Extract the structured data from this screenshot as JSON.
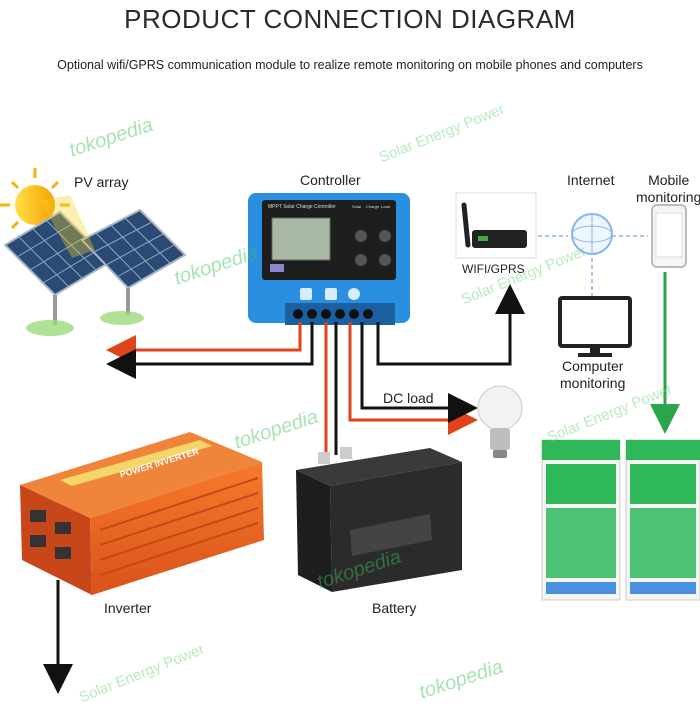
{
  "title": "PRODUCT CONNECTION DIAGRAM",
  "subtitle": "Optional wifi/GPRS communication module to realize remote monitoring on mobile phones and computers",
  "labels": {
    "pv_array": "PV array",
    "controller": "Controller",
    "internet": "Internet",
    "mobile_monitoring": "Mobile\nmonitoring",
    "wifi_gprs": "WIFI/GPRS",
    "computer_monitoring": "Computer\nmonitoring",
    "dc_load": "DC load",
    "inverter": "Inverter",
    "battery": "Battery"
  },
  "controller_panel": {
    "brand_text": "MPPT   Solar   Charge   Controller",
    "indicators": [
      "Solar",
      "Charge",
      "Load"
    ]
  },
  "inverter_text": "POWER INVERTER",
  "watermarks": {
    "tokopedia": "tokopedia",
    "solar_energy_power": "Solar Energy Power"
  },
  "colors": {
    "controller_blue": "#2a8fe0",
    "inverter_orange": "#e8621e",
    "wire_red": "#e0431b",
    "wire_black": "#111111",
    "arrow_green": "#2aa64a",
    "app_green": "#2fb85a"
  },
  "icons": [
    "sun-icon",
    "solar-panel-icon",
    "wifi-module-icon",
    "cloud-icon",
    "phone-icon",
    "monitor-icon",
    "bulb-icon",
    "battery-icon",
    "inverter-icon"
  ]
}
